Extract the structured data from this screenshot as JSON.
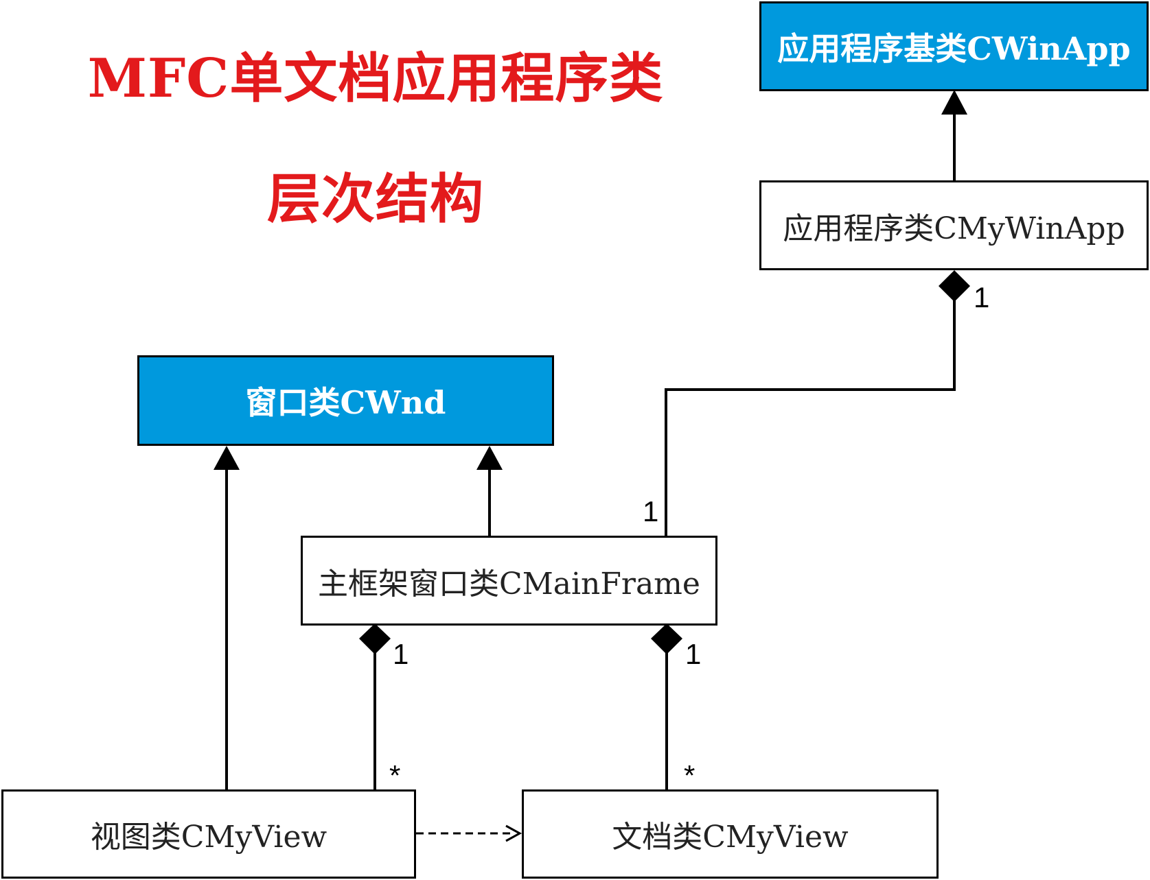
{
  "title": {
    "line1": "MFC单文档应用程序类",
    "line2": "层次结构",
    "color": "#e31a1c"
  },
  "colors": {
    "base_fill": "#0099dd",
    "line": "#000000"
  },
  "classes": {
    "cwinapp": "应用程序基类CWinApp",
    "cmywinapp": "应用程序类CMyWinApp",
    "cwnd": "窗口类CWnd",
    "cmainframe": "主框架窗口类CMainFrame",
    "view": "视图类CMyView",
    "document": "文档类CMyView"
  },
  "multiplicities": {
    "app_composition": "1",
    "frame_end": "1",
    "view_composition": "1",
    "view_many": "*",
    "doc_composition": "1",
    "doc_many": "*"
  },
  "relations": [
    {
      "type": "inheritance",
      "from": "cmywinapp",
      "to": "cwinapp"
    },
    {
      "type": "inheritance",
      "from": "cmainframe",
      "to": "cwnd"
    },
    {
      "type": "inheritance",
      "from": "view",
      "to": "cwnd"
    },
    {
      "type": "composition",
      "whole": "cmywinapp",
      "part": "cmainframe"
    },
    {
      "type": "composition",
      "whole": "cmainframe",
      "part": "view"
    },
    {
      "type": "composition",
      "whole": "cmainframe",
      "part": "document"
    },
    {
      "type": "dependency",
      "from": "view",
      "to": "document"
    }
  ]
}
